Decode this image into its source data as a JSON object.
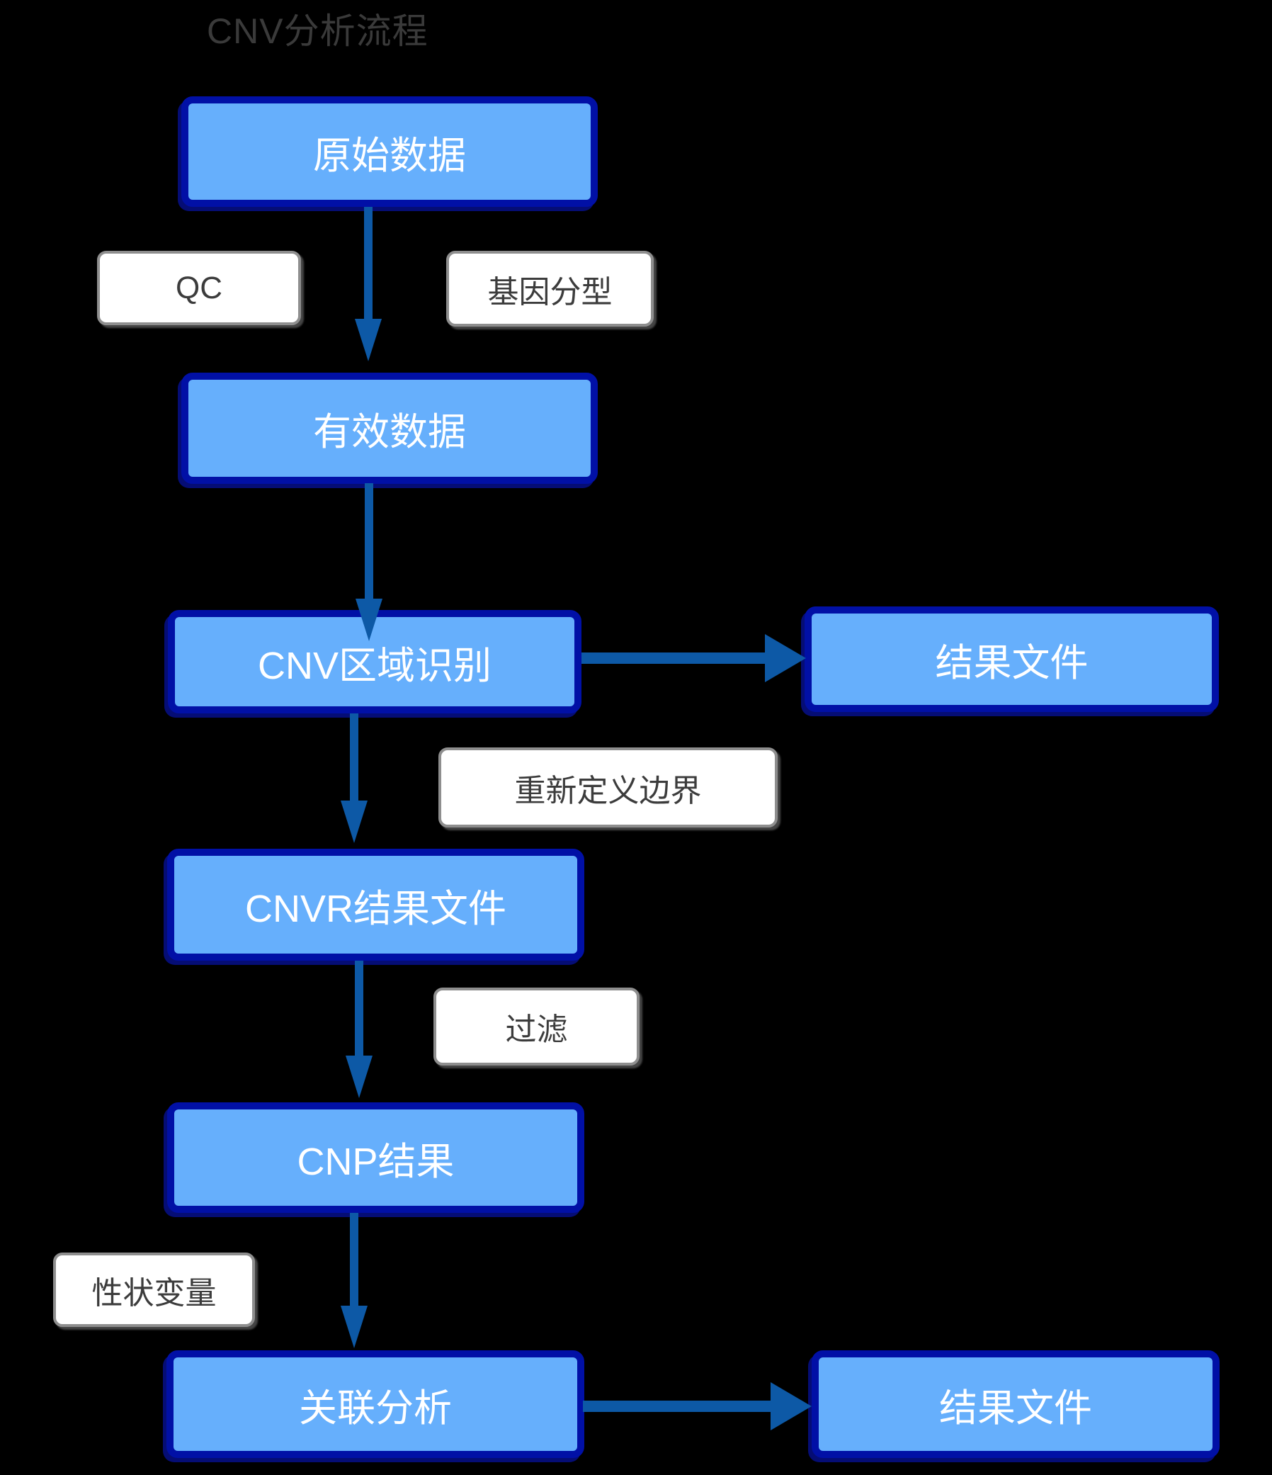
{
  "title": "CNV分析流程",
  "colors": {
    "background": "#000000",
    "node_fill": "#66AFFC",
    "node_border": "#0110A6",
    "node_text": "#FFFFFF",
    "label_fill": "#FFFFFF",
    "label_border": "#8E8E8E",
    "label_text": "#3C3C3C",
    "arrow": "#0D59A6",
    "title_text": "#3A3A3A"
  },
  "nodes": [
    {
      "id": "raw-data",
      "label": "原始数据"
    },
    {
      "id": "valid-data",
      "label": "有效数据"
    },
    {
      "id": "cnv-region-detection",
      "label": "CNV区域识别"
    },
    {
      "id": "result-file-top",
      "label": "结果文件"
    },
    {
      "id": "cnvr-result-file",
      "label": "CNVR结果文件"
    },
    {
      "id": "cnp-result",
      "label": "CNP结果"
    },
    {
      "id": "association-analysis",
      "label": "关联分析"
    },
    {
      "id": "result-file-bottom",
      "label": "结果文件"
    }
  ],
  "labels": [
    {
      "id": "qc",
      "text": "QC"
    },
    {
      "id": "genotyping",
      "text": "基因分型"
    },
    {
      "id": "redefine-boundary",
      "text": "重新定义边界"
    },
    {
      "id": "filter",
      "text": "过滤"
    },
    {
      "id": "trait-variable",
      "text": "性状变量"
    }
  ],
  "edges": [
    {
      "from": "原始数据",
      "to": "有效数据",
      "labels": [
        "QC",
        "基因分型"
      ]
    },
    {
      "from": "有效数据",
      "to": "CNV区域识别",
      "labels": []
    },
    {
      "from": "CNV区域识别",
      "to": "结果文件",
      "labels": []
    },
    {
      "from": "CNV区域识别",
      "to": "CNVR结果文件",
      "labels": [
        "重新定义边界"
      ]
    },
    {
      "from": "CNVR结果文件",
      "to": "CNP结果",
      "labels": [
        "过滤"
      ]
    },
    {
      "from": "CNP结果",
      "to": "关联分析",
      "labels": [
        "性状变量"
      ]
    },
    {
      "from": "关联分析",
      "to": "结果文件",
      "labels": []
    }
  ]
}
